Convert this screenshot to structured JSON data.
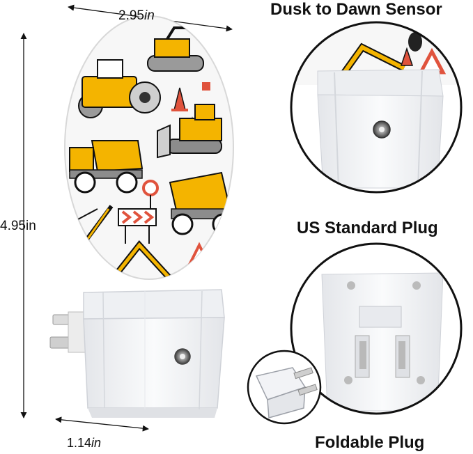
{
  "dimensions": {
    "width_value": "2.95",
    "width_unit": "in",
    "height_value": "4.95",
    "height_unit": "in",
    "depth_value": "1.14",
    "depth_unit": "in"
  },
  "features": {
    "sensor_title": "Dusk to Dawn Sensor",
    "plug_title": "US Standard Plug",
    "foldable_title": "Foldable Plug"
  },
  "colors": {
    "machine_yellow": "#f4b400",
    "cone_red": "#e0533d",
    "housing_white": "#f2f3f6",
    "outline": "#111111"
  },
  "icons": [
    "dump-truck",
    "road-roller",
    "excavator",
    "bulldozer",
    "crane",
    "traffic-cone",
    "warning-sign",
    "road-barrier",
    "light-sensor"
  ]
}
